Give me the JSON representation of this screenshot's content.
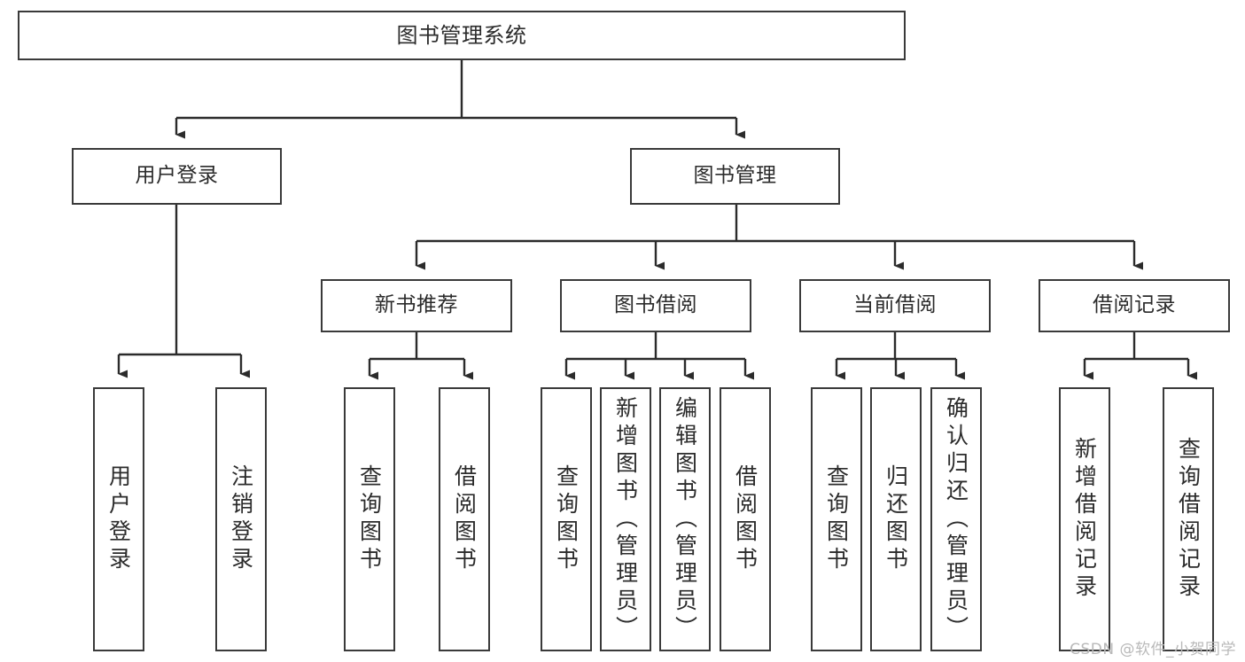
{
  "diagram": {
    "type": "tree",
    "title": "图书管理系统",
    "colors": {
      "box_stroke": "#3a3a3a",
      "box_fill": "#ffffff",
      "connector": "#2b2b2b",
      "text": "#2b2b2b",
      "watermark": "#b9b9b9",
      "background": "#ffffff"
    },
    "root": {
      "label": "图书管理系统"
    },
    "level2": [
      {
        "label": "用户登录"
      },
      {
        "label": "图书管理"
      }
    ],
    "level3": [
      {
        "label": "新书推荐"
      },
      {
        "label": "图书借阅"
      },
      {
        "label": "当前借阅"
      },
      {
        "label": "借阅记录"
      }
    ],
    "leaves": {
      "user_login": [
        {
          "label": "用户登录"
        },
        {
          "label": "注销登录"
        }
      ],
      "new_book": [
        {
          "label": "查询图书"
        },
        {
          "label": "借阅图书"
        }
      ],
      "book_borrow": [
        {
          "label": "查询图书"
        },
        {
          "label": "新增图书（管理员）"
        },
        {
          "label": "编辑图书（管理员）"
        },
        {
          "label": "借阅图书"
        }
      ],
      "current_borrow": [
        {
          "label": "查询图书"
        },
        {
          "label": "归还图书"
        },
        {
          "label": "确认归还（管理员）"
        }
      ],
      "borrow_record": [
        {
          "label": "新增借阅记录"
        },
        {
          "label": "查询借阅记录"
        }
      ]
    },
    "watermark": "CSDN @软件_小贺同学"
  }
}
